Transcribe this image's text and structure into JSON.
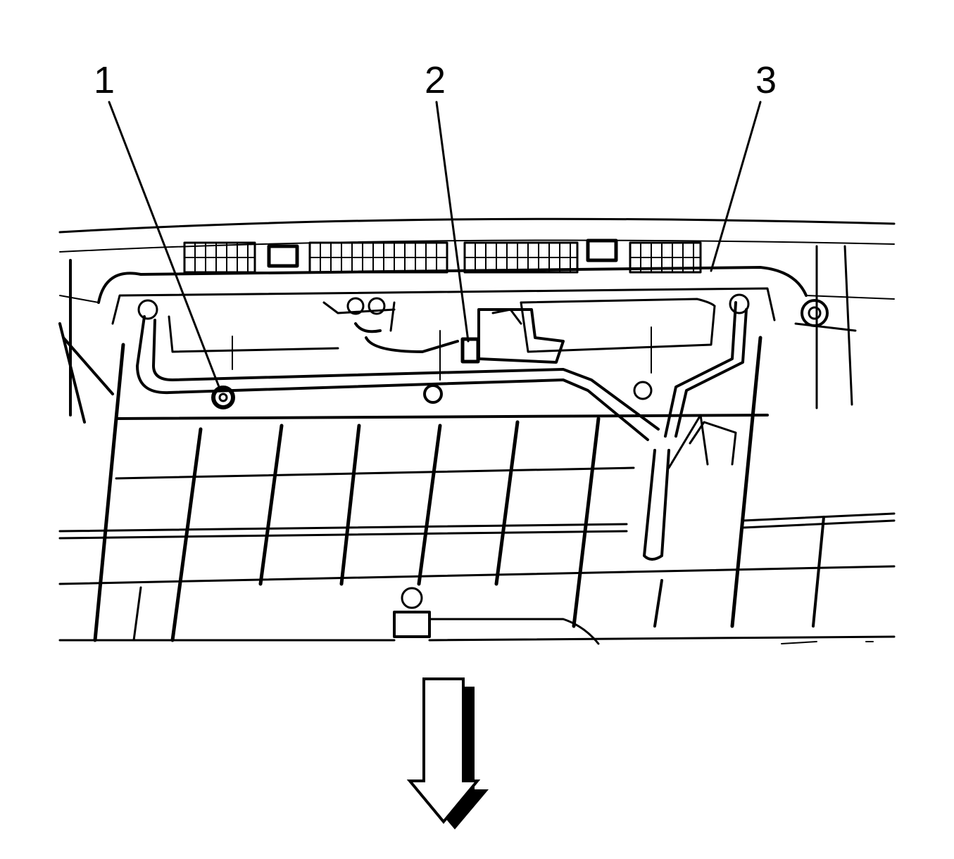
{
  "diagram": {
    "callouts": [
      {
        "id": "callout-1",
        "label": "1"
      },
      {
        "id": "callout-2",
        "label": "2"
      },
      {
        "id": "callout-3",
        "label": "3"
      }
    ],
    "colors": {
      "ink": "#000000",
      "paper": "#ffffff"
    },
    "direction_arrow": "down-arrow-icon"
  }
}
